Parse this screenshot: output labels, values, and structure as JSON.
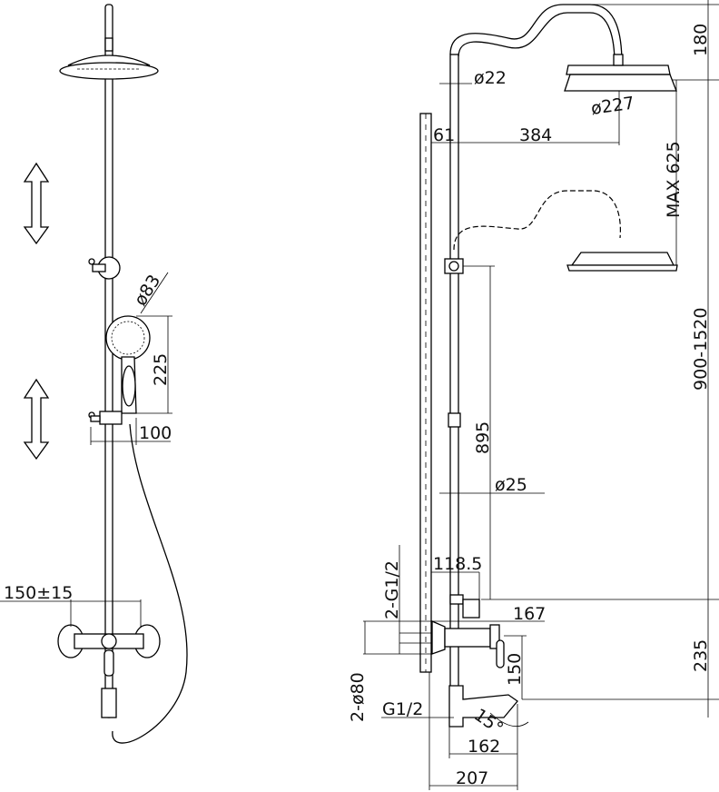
{
  "front_view": {
    "dims": {
      "hand_shower_diameter": "ø83",
      "hand_shower_height": "225",
      "hand_shower_offset": "100",
      "mixer_spacing": "150±15"
    }
  },
  "side_view": {
    "dims": {
      "top_height": "180",
      "riser_diameter": "ø22",
      "head_diameter": "ø227",
      "wall_offset": "61",
      "arm_reach": "384",
      "max_adjust": "MAX 625",
      "total_height": "900-1520",
      "holder_height": "895",
      "lower_pipe_diameter": "ø25",
      "pipe_offset": "118.5",
      "inlet_thread": "2-G1/2",
      "mixer_depth": "167",
      "mixer_height": "235",
      "spout_height": "150",
      "flange_diameter": "2-ø80",
      "outlet_thread": "G1/2",
      "spout_angle": "15°",
      "spout_reach": "162",
      "overall_depth": "207"
    }
  },
  "colors": {
    "line": "#000000",
    "background": "#ffffff"
  }
}
